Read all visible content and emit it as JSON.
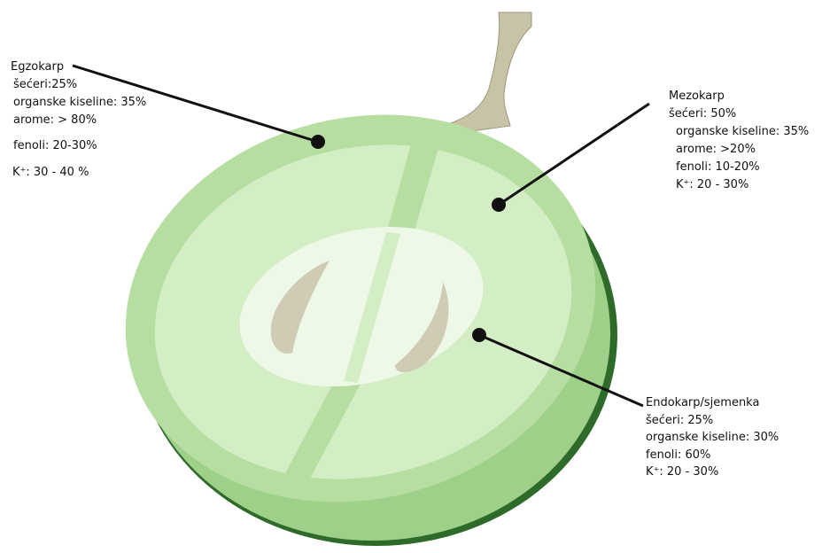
{
  "colors": {
    "outer_skin": "#b7dea1",
    "skin_dark": "#2e6a2a",
    "mesocarp": "#d3edc4",
    "endocarp": "#eef8e6",
    "seed": "#cfcbb4",
    "stem": "#c8c2a6",
    "lower_rind": "#9fd08a",
    "leader_line": "#111111"
  },
  "egzokarp": {
    "title": "Egzokarp",
    "lines": [
      "šećeri:25%",
      "organske kiseline: 35%",
      "arome: > 80%",
      "fenoli: 20-30%",
      "K⁺: 30 - 40 %"
    ]
  },
  "mezokarp": {
    "title": "Mezokarp",
    "lines": [
      "šećeri: 50%",
      "organske kiseline: 35%",
      "arome: >20%",
      "fenoli: 10-20%",
      "K⁺: 20 - 30%"
    ]
  },
  "endokarp": {
    "title": "Endokarp/sjemenka",
    "lines": [
      "šećeri: 25%",
      "organske kiseline: 30%",
      "fenoli: 60%",
      "K⁺: 20 - 30%"
    ]
  }
}
